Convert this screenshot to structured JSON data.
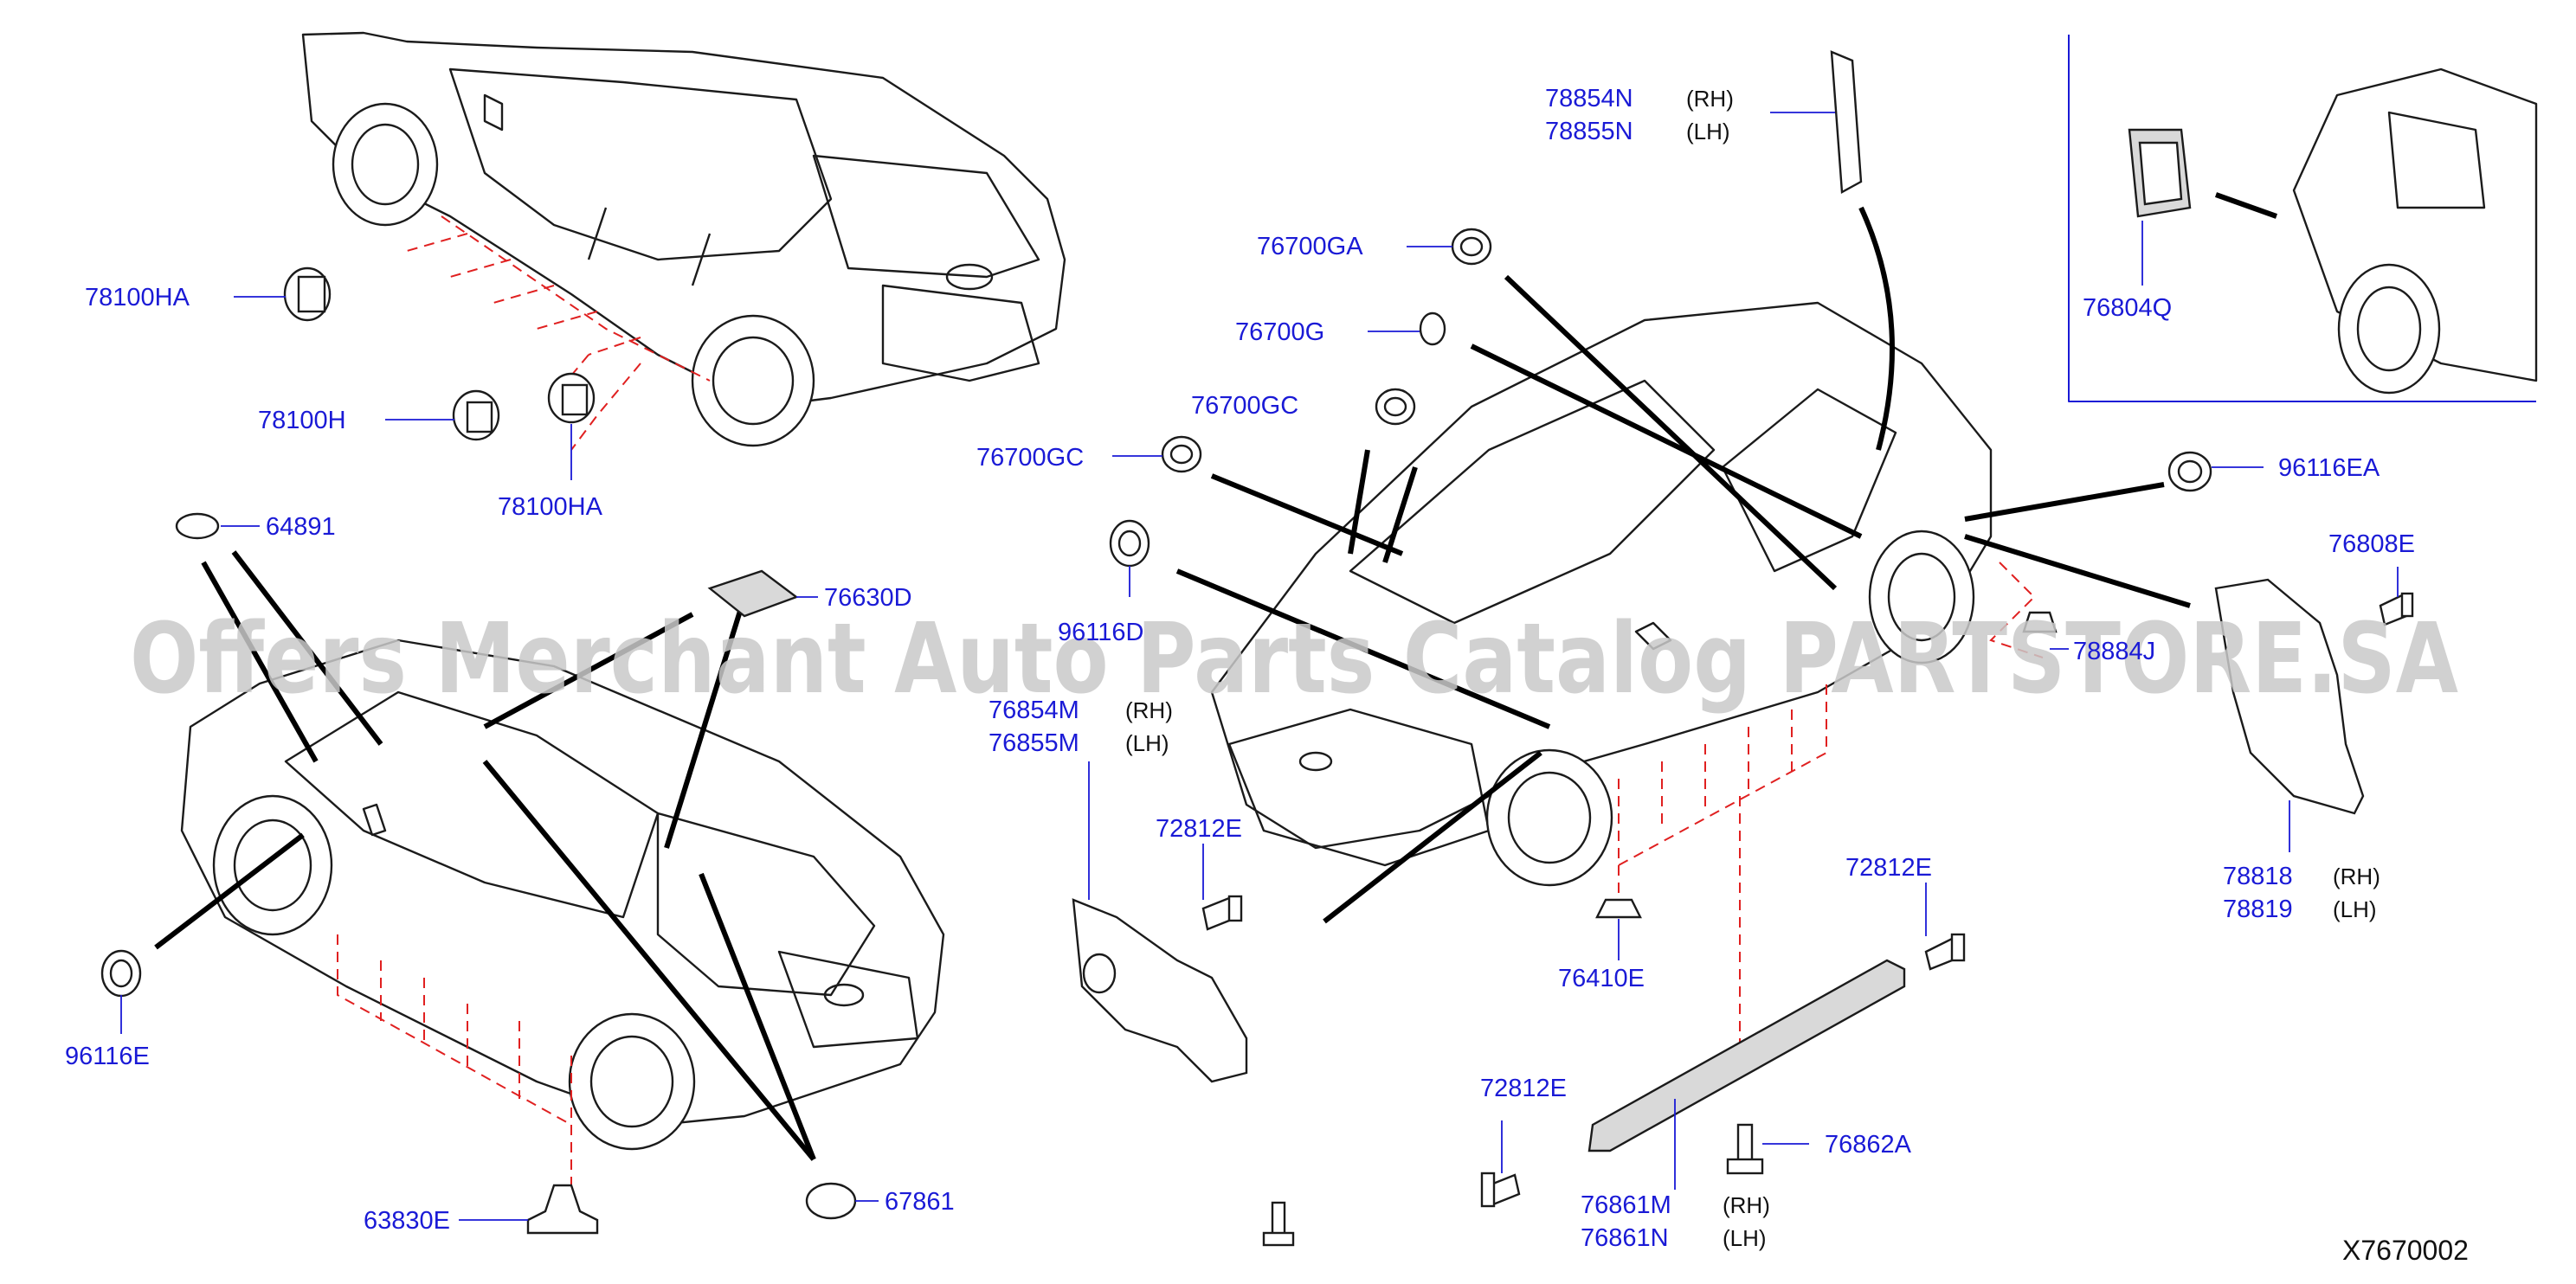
{
  "watermark": "Offers Merchant Auto Parts Catalog PARTSTORE.SA",
  "diagram_ref": "X7670002",
  "labels": {
    "p78100HA_top": "78100HA",
    "p78100H": "78100H",
    "p78100HA_bottom": "78100HA",
    "p64891": "64891",
    "p76630D": "76630D",
    "p96116E": "96116E",
    "p63830E": "63830E",
    "p67861": "67861",
    "p78854N": "78854N",
    "p78855N": "78855N",
    "p76700GA": "76700GA",
    "p76700G": "76700G",
    "p76700GC_a": "76700GC",
    "p76700GC_b": "76700GC",
    "p96116D": "96116D",
    "p76854M": "76854M",
    "p76855M": "76855M",
    "p72812E_a": "72812E",
    "p72812E_b": "72812E",
    "p72812E_c": "72812E",
    "p76410E": "76410E",
    "p96116EA": "96116EA",
    "p76808E": "76808E",
    "p78884J": "78884J",
    "p78818": "78818",
    "p78819": "78819",
    "p76861M": "76861M",
    "p76861N": "76861N",
    "p76862A": "76862A",
    "p76804Q": "76804Q",
    "rh": "(RH)",
    "lh": "(LH)"
  },
  "colors": {
    "label": "#1a1ad6",
    "dash": "#e02020",
    "line": "#1b1b1b",
    "watermark": "#c9c9c9"
  }
}
